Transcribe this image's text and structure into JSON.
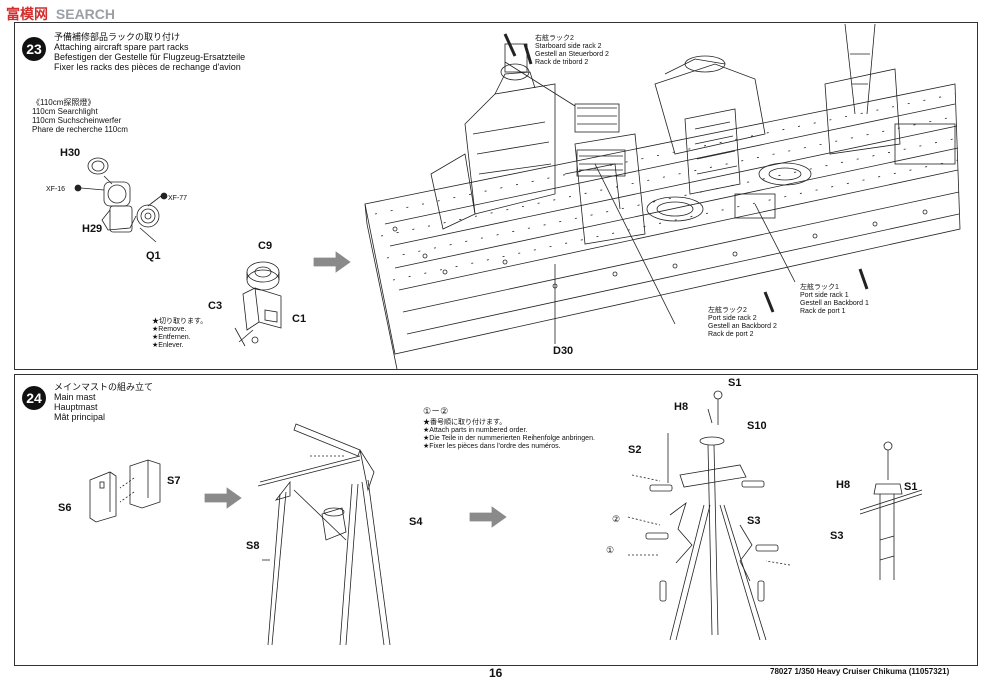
{
  "colors": {
    "logo_red": "#d32f2f",
    "logo_gray": "#9aa0a6",
    "ink": "#111111",
    "arrow_gray": "#8a8a8a"
  },
  "watermark": {
    "left": "富",
    "mid": "模",
    "right": "网",
    "search": "SEARCH"
  },
  "step23": {
    "number": "23",
    "lines": [
      "予備補修部品ラックの取り付け",
      "Attaching aircraft spare part racks",
      "Befestigen der Gestelle für Flugzeug-Ersatzteile",
      "Fixer les racks des pièces de rechange d'avion"
    ],
    "searchlight": [
      "《110cm探照燈》",
      "110cm Searchlight",
      "110cm Suchscheinwerfer",
      "Phare de recherche 110cm"
    ],
    "parts": {
      "h30": "H30",
      "h29": "H29",
      "q1": "Q1",
      "xf16": "XF-16",
      "xf77": "XF-77",
      "c9": "C9",
      "c3": "C3",
      "c1": "C1",
      "d30": "D30"
    },
    "remove_note": [
      "★切り取ります。",
      "★Remove.",
      "★Entfernen.",
      "★Enlever."
    ],
    "starboard_rack": [
      "右舷ラック2",
      "Starboard side rack 2",
      "Gestell an Steuerbord 2",
      "Rack de tribord 2"
    ],
    "port_rack2": [
      "左舷ラック2",
      "Port side rack 2",
      "Gestell an Backbord 2",
      "Rack de port 2"
    ],
    "port_rack1": [
      "左舷ラック1",
      "Port side rack 1",
      "Gestell an Backbord 1",
      "Rack de port 1"
    ]
  },
  "step24": {
    "number": "24",
    "lines": [
      "メインマストの組み立て",
      "Main mast",
      "Hauptmast",
      "Mât principal"
    ],
    "parts": {
      "s7": "S7",
      "s6": "S6",
      "s8": "S8",
      "s4": "S4",
      "s1": "S1",
      "h8": "H8",
      "s10": "S10",
      "s2": "S2",
      "s3": "S3",
      "h8b": "H8",
      "s1b": "S1",
      "s3b": "S3"
    },
    "order_title": "①－②",
    "order_note": [
      "★番号順に取り付けます。",
      "★Attach parts in numbered order.",
      "★Die Teile in der nummerierten Reihenfolge anbringen.",
      "★Fixer les pièces dans l'ordre des numéros."
    ],
    "marks": {
      "one": "①",
      "two": "②"
    }
  },
  "footer": {
    "page": "16",
    "product": "78027 1/350 Heavy Cruiser Chikuma (11057321)"
  }
}
